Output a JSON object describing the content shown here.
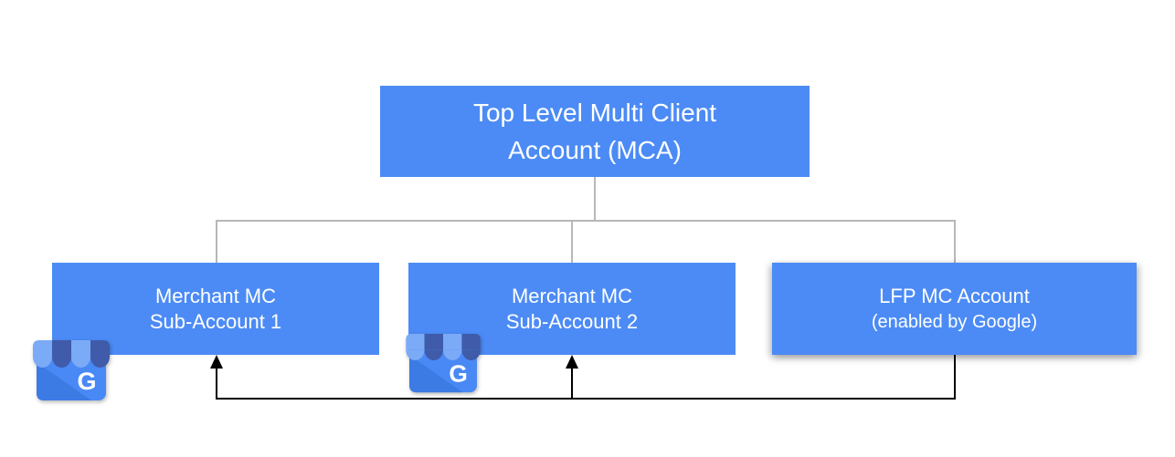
{
  "nodes": {
    "root": {
      "line1": "Top Level Multi Client",
      "line2": "Account (MCA)"
    },
    "children": [
      {
        "line1": "Merchant MC",
        "line2": "Sub-Account 1"
      },
      {
        "line1": "Merchant MC",
        "line2": "Sub-Account 2"
      },
      {
        "line1": "LFP MC Account",
        "line2": "(enabled by Google)"
      }
    ]
  },
  "icon": {
    "letter": "G"
  },
  "colors": {
    "node_fill": "#4C8BF5",
    "node_text": "#FFFFFF",
    "tree_line": "#B7B7B7",
    "arrow": "#000000",
    "icon_body": "#4989F5",
    "icon_fold": "#3C7AE4",
    "icon_awning_light": "#7BAAF7",
    "icon_awning_dark": "#3F5BA9",
    "icon_letter": "#FFFFFF"
  }
}
